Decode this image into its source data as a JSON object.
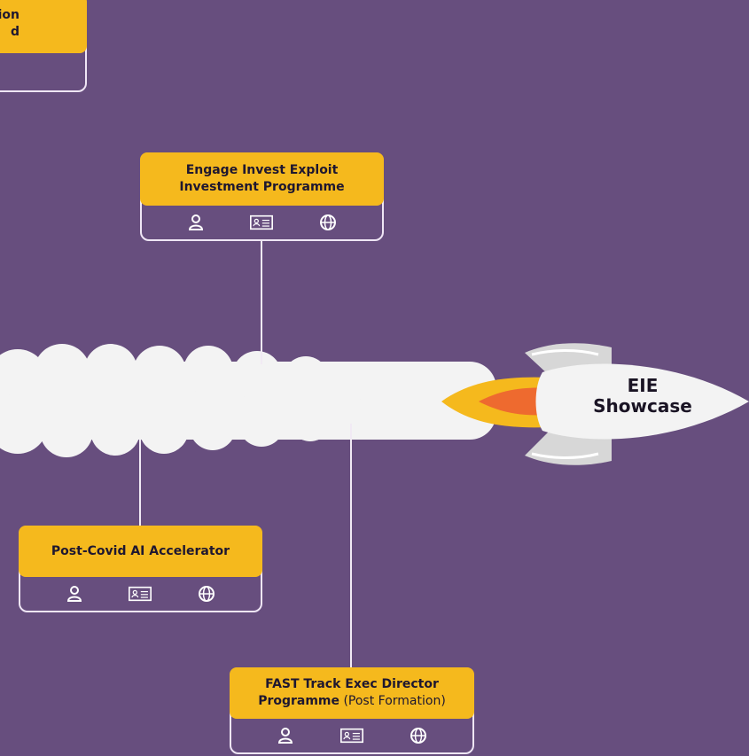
{
  "background_color": "#674e7e",
  "accent_color": "#f5b91d",
  "cards": [
    {
      "id": "top-left",
      "line1": "ion",
      "line2": "d",
      "line2_suffix": "",
      "icons": []
    },
    {
      "id": "engage",
      "line1": "Engage Invest Exploit",
      "line2": "Investment Programme",
      "line2_suffix": "",
      "icons": [
        "person-icon",
        "id-card-icon",
        "globe-icon"
      ]
    },
    {
      "id": "post-covid",
      "line1": "Post-Covid AI Accelerator",
      "line2": "",
      "line2_suffix": "",
      "icons": [
        "person-icon",
        "id-card-icon",
        "globe-icon"
      ]
    },
    {
      "id": "fast-track",
      "line1": "FAST Track Exec Director",
      "line2": "Programme",
      "line2_suffix": " (Post Formation)",
      "icons": [
        "person-icon",
        "id-card-icon",
        "globe-icon"
      ]
    }
  ],
  "rocket": {
    "label_line1": "EIE",
    "label_line2": "Showcase",
    "flame_outer": "#f5b91d",
    "flame_inner": "#ee6a2f"
  }
}
